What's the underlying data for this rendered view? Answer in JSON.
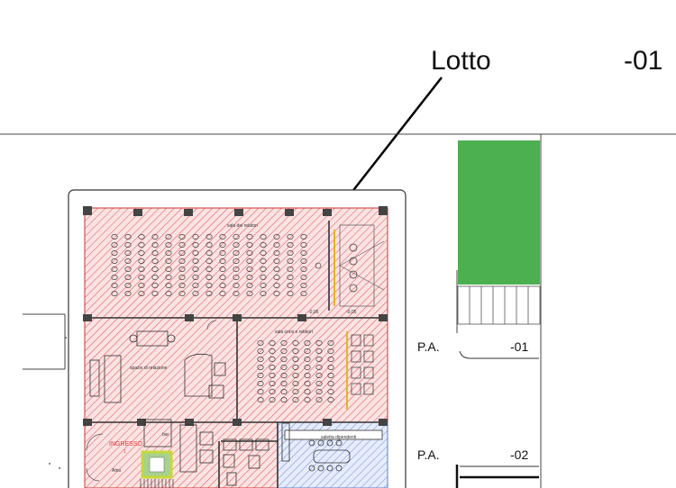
{
  "header": {
    "lot_label": "Lotto",
    "level": "-01"
  },
  "site": {
    "green_area_color": "#4caf50",
    "red_hatch_color": "#e0393b",
    "blue_hatch_color": "#5a7bd6"
  },
  "rooms": {
    "top": "sala dei relatori",
    "left_mid": "spazio di relazione",
    "right_mid": "sala corsi e relatori",
    "small1": "-0,05",
    "small2": "-0,05",
    "bar": "bar",
    "staff": "saletta dipendenti"
  },
  "entrance": {
    "label": "INGRESSO",
    "number": "1",
    "atrium": "Atrio"
  },
  "levels": [
    {
      "prefix": "P.A.",
      "value": "-01"
    },
    {
      "prefix": "P.A.",
      "value": "-02"
    }
  ]
}
